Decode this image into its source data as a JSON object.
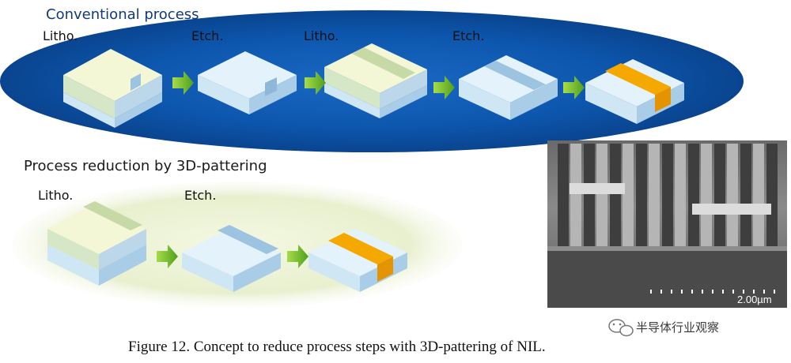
{
  "conventional": {
    "title": "Conventional process",
    "steps": [
      "Litho.",
      "Etch.",
      "Litho.",
      "Etch."
    ]
  },
  "reduced": {
    "title": "Process reduction by 3D-pattering",
    "steps": [
      "Litho.",
      "Etch."
    ]
  },
  "sem": {
    "scale_label": "2.00µm"
  },
  "watermark": {
    "icon": "wechat-icon",
    "text": "半导体行业观察"
  },
  "caption": "Figure 12. Concept to reduce process steps with 3D-pattering of NIL.",
  "colors": {
    "ellipse_blue": "#0a4fa8",
    "ellipse_glow": "#e6efcb",
    "resist": "#eef4c8",
    "substrate": "#cfe6f4",
    "metal_fill": "#f5a800",
    "arrow_green": "#6cbf2c"
  }
}
